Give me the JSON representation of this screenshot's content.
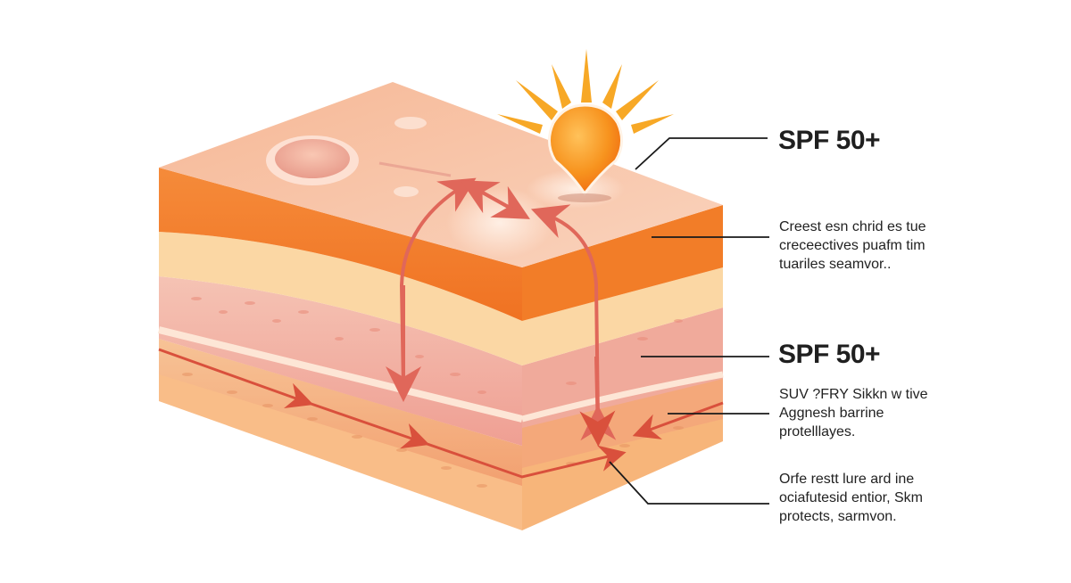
{
  "diagram": {
    "subject": "skin-layer-cross-section",
    "colors": {
      "surface": "#f7c2a4",
      "epidermis_band": "#f37f2c",
      "cream_band": "#fbd9a2",
      "dermis": "#f2b0a2",
      "hypodermis": "#f7b67e",
      "fat": "#fbc28e",
      "arrow": "#e0675a",
      "sun": "#f7931e",
      "leader_line": "#1a1a1a"
    },
    "icons": [
      "sun-icon",
      "uv-arrow-icon"
    ]
  },
  "labels": [
    {
      "title": "SPF 50+"
    },
    {
      "text": [
        "Creest esn chrid es tue",
        "creceectives puafm tim",
        "tuariles seamvor.."
      ]
    },
    {
      "title": "SPF 50+"
    },
    {
      "text": [
        "SUV ?FRY Sikkn w tive",
        "Aggnesh barrine",
        "protelllayes."
      ]
    },
    {
      "text": [
        "Orfe restt lure ard ine",
        "ociafutesid entior, Skm",
        "protects, sarmvon."
      ]
    }
  ]
}
